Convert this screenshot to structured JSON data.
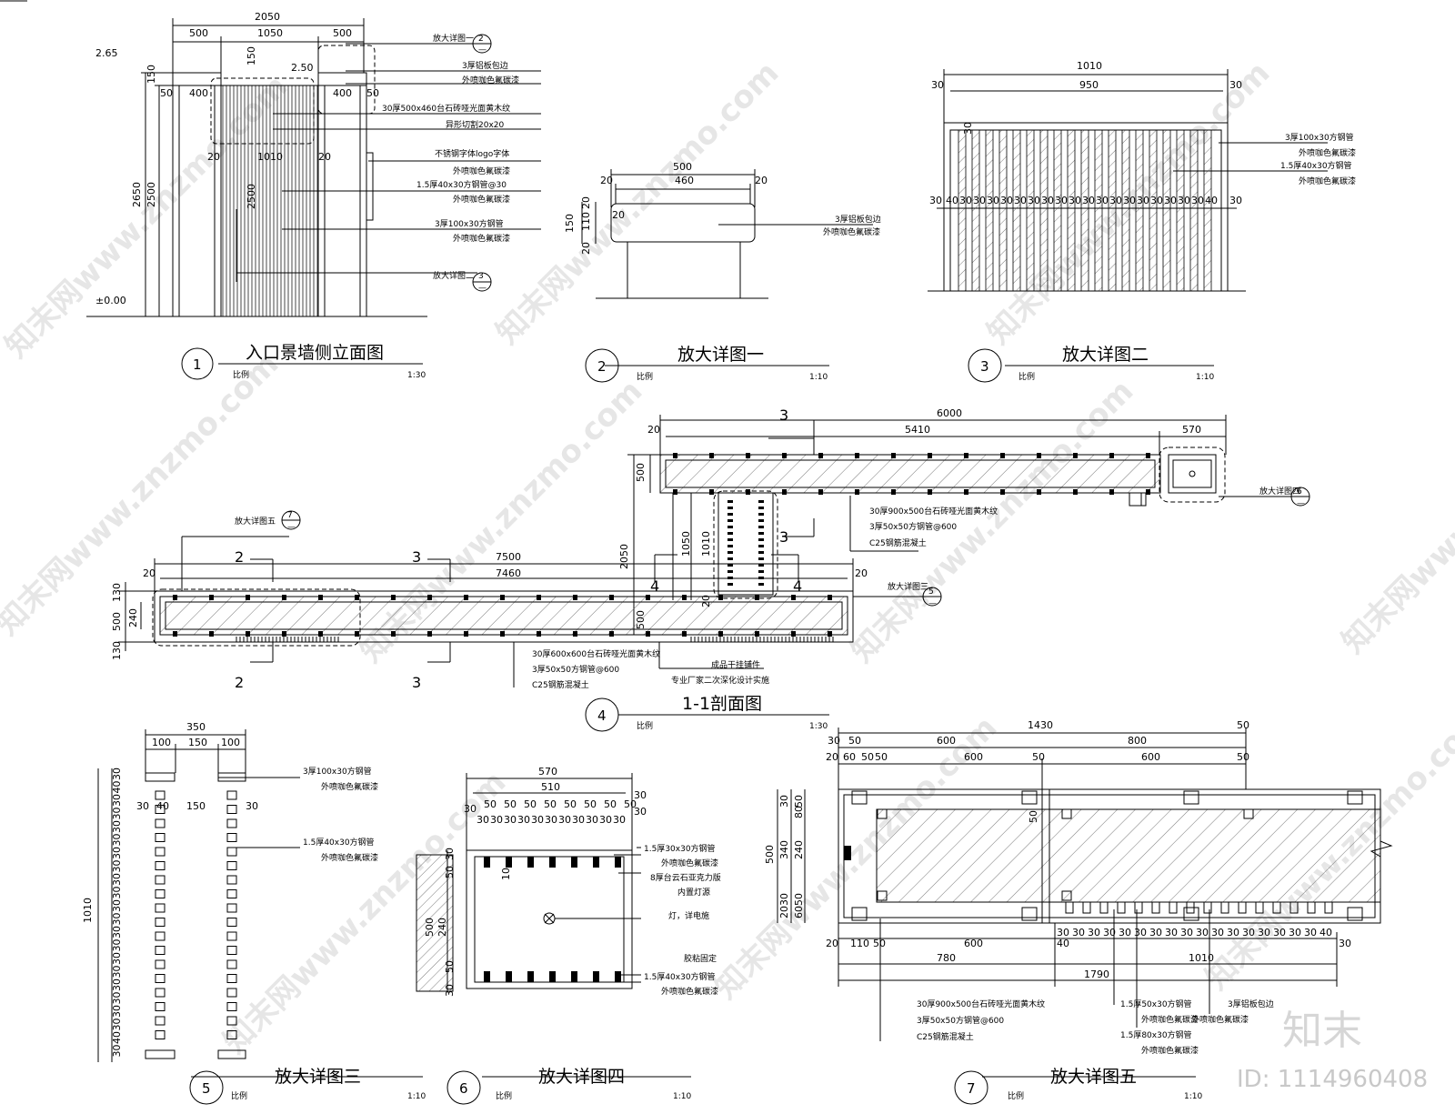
{
  "watermark": {
    "text": "知末网www.znzmo.com",
    "brand": "知末",
    "id": "ID: 1114960408"
  },
  "views": [
    {
      "num": "1",
      "title": "入口景墙侧立面图",
      "scale_label": "比例",
      "scale": "1:30"
    },
    {
      "num": "2",
      "title": "放大详图一",
      "scale_label": "比例",
      "scale": "1:10"
    },
    {
      "num": "3",
      "title": "放大详图二",
      "scale_label": "比例",
      "scale": "1:10"
    },
    {
      "num": "4",
      "title": "1-1剖面图",
      "scale_label": "比例",
      "scale": "1:30"
    },
    {
      "num": "5",
      "title": "放大详图三",
      "scale_label": "比例",
      "scale": "1:10"
    },
    {
      "num": "6",
      "title": "放大详图四",
      "scale_label": "比例",
      "scale": "1:10"
    },
    {
      "num": "7",
      "title": "放大详图五",
      "scale_label": "比例",
      "scale": "1:10"
    }
  ],
  "v1": {
    "dims": {
      "total": "2050",
      "left": "500",
      "mid": "1050",
      "right": "500",
      "h_total": "2650",
      "h_main": "2500",
      "cap": "150",
      "w400a": "400",
      "w400b": "400",
      "s50a": "50",
      "s50b": "50",
      "inner": "1010",
      "s20a": "20",
      "s20b": "20",
      "h2500": "2500",
      "top150": "150"
    },
    "levels": {
      "top": "2.65",
      "mid": "2.50",
      "base": "±0.00"
    },
    "notes": [
      "3厚铝板包边",
      "外喷咖色氟碳漆",
      "30厚500x460台石砖哑光面黄木纹",
      "异形切割20x20",
      "不锈钢字体logo字体",
      "外喷咖色氟碳漆",
      "1.5厚40x30方钢管@30",
      "外喷咖色氟碳漆",
      "3厚100x30方钢管",
      "外喷咖色氟碳漆"
    ],
    "callout_a": {
      "label": "放大详图一",
      "num": "2",
      "sub": "—"
    },
    "callout_b": {
      "label": "放大详图二",
      "num": "3",
      "sub": "—"
    }
  },
  "v2": {
    "dims": {
      "w": "500",
      "inner": "460",
      "l20": "20",
      "r20": "20",
      "h150": "150",
      "h20a": "20",
      "h110": "110",
      "h20b": "20",
      "e20": "20"
    },
    "notes": [
      "3厚铝板包边",
      "外喷咖色氟碳漆"
    ]
  },
  "v3": {
    "dims": {
      "total": "1010",
      "inner": "950",
      "e30a": "30",
      "e30b": "30",
      "top30": "30",
      "spacing": [
        "40",
        "30",
        "30",
        "30",
        "30",
        "30",
        "30",
        "30",
        "30",
        "30",
        "30",
        "30",
        "30",
        "30",
        "30",
        "30",
        "30",
        "30",
        "30",
        "40"
      ],
      "outer30a": "30",
      "outer30b": "30"
    },
    "notes": [
      "3厚100x30方钢管",
      "外喷咖色氟碳漆",
      "1.5厚40x30方钢管",
      "外喷咖色氟碳漆"
    ]
  },
  "v4": {
    "dims": {
      "top_total": "6000",
      "top_inner": "5410",
      "top_right": "570",
      "top_e20": "20",
      "bot_total": "7500",
      "bot_inner": "7460",
      "bot_e20": "20",
      "bot_r20": "20",
      "h2050": "2050",
      "h1050": "1050",
      "h1010": "1010",
      "h500a": "500",
      "h500b": "500",
      "h130a": "130",
      "h130b": "130",
      "h500c": "500",
      "h240": "240",
      "h20": "20"
    },
    "marks": {
      "s3a": "3",
      "s3b": "3",
      "s2a": "2",
      "s2b": "2",
      "s3c": "3",
      "s3d": "3",
      "s4a": "4",
      "s4b": "4"
    },
    "notes_top": [
      "30厚900x500台石砖哑光面黄木纹",
      "3厚50x50方钢管@600",
      "C25钢筋混凝土"
    ],
    "notes_bot": [
      "30厚600x600台石砖哑光面黄木纹",
      "3厚50x50方钢管@600",
      "C25钢筋混凝土"
    ],
    "notes_mid": [
      "成品干挂铺件",
      "专业厂家二次深化设计实施"
    ],
    "callout_4": {
      "label": "放大详图四",
      "num": "6",
      "sub": "—"
    },
    "callout_3": {
      "label": "放大详图三",
      "num": "5",
      "sub": "—"
    },
    "callout_5": {
      "label": "放大详图五",
      "num": "7",
      "sub": "—"
    }
  },
  "v5": {
    "dims": {
      "total": "350",
      "a": "100",
      "b": "150",
      "c": "100",
      "l30": "30",
      "l40": "40",
      "m150": "150",
      "r30": "30",
      "h1010": "1010",
      "left_chain": [
        "30",
        "40",
        "30",
        "30",
        "30",
        "30",
        "30",
        "30",
        "30",
        "30",
        "30",
        "30",
        "30",
        "30",
        "30",
        "30",
        "30",
        "30",
        "30",
        "30",
        "40",
        "30"
      ]
    },
    "notes": [
      "3厚100x30方钢管",
      "外喷咖色氟碳漆",
      "1.5厚40x30方钢管",
      "外喷咖色氟碳漆"
    ]
  },
  "v6": {
    "dims": {
      "total": "570",
      "inner": "510",
      "seq": [
        "50",
        "50",
        "50",
        "50",
        "50",
        "50",
        "50",
        "50"
      ],
      "e30": "30",
      "sub30": [
        "30",
        "30",
        "30",
        "30",
        "30",
        "30",
        "30",
        "30",
        "30",
        "30",
        "30"
      ],
      "r30a": "30",
      "r30b": "30",
      "h500": "500",
      "h240": "240",
      "h10": "10",
      "h30a": "30",
      "h30b": "30",
      "h50a": "50",
      "h50b": "50"
    },
    "notes": [
      "1.5厚30x30方钢管",
      "外喷咖色氟碳漆",
      "8厚台云石亚克力版",
      "内置灯源",
      "灯，详电施",
      "胶粘固定",
      "1.5厚40x30方钢管",
      "外喷咖色氟碳漆"
    ]
  },
  "v7": {
    "dims": {
      "total": "1430",
      "a600": "600",
      "a800": "800",
      "a50": "50",
      "a30": "30",
      "a50b": "50",
      "s20": "20",
      "s60": "60",
      "s50a": "50",
      "s50b": "50",
      "s600a": "600",
      "s50c": "50",
      "s600b": "600",
      "s50d": "50",
      "h500": "500",
      "h340": "340",
      "h240": "240",
      "h30a": "30",
      "h50a": "50",
      "h80": "80",
      "h50b": "50",
      "h60": "60",
      "h20": "20",
      "h30b": "30",
      "h50c": "50",
      "b20": "20",
      "b110": "110",
      "b50": "50",
      "b600": "600",
      "b40": "40",
      "chain": [
        "30",
        "30",
        "30",
        "30",
        "30",
        "30",
        "30",
        "30",
        "30",
        "30",
        "30",
        "30",
        "30",
        "30",
        "30",
        "30",
        "30",
        "40"
      ],
      "b30": "30",
      "b780": "780",
      "b1010": "1010",
      "b1790": "1790"
    },
    "notes": [
      "30厚900x500台石砖哑光面黄木纹",
      "3厚50x50方钢管@600",
      "C25钢筋混凝土",
      "1.5厚50x30方钢管",
      "外喷咖色氟碳漆",
      "1.5厚80x30方钢管",
      "外喷咖色氟碳漆",
      "3厚铝板包边",
      "外喷咖色氟碳漆"
    ]
  }
}
